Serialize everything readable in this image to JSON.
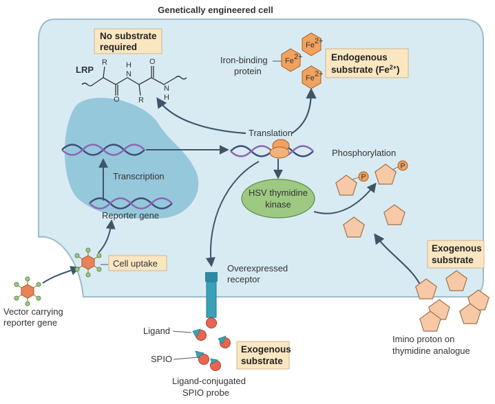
{
  "title": "Genetically engineered cell",
  "colors": {
    "cell_fill": "#d8ebf3",
    "cell_stroke": "#9bbccc",
    "nucleus": "#8fc4d9",
    "label_box": "#fbe6c2",
    "hexagon": "#f0a25e",
    "pentagon": "#f8c9a6",
    "thymidine_kinase": "#9dc983",
    "receptor": "#3aa0b8",
    "ligand": "#e8664f",
    "spio": "#3aa3b8",
    "arrow": "#3d5566"
  },
  "labels": {
    "no_substrate_line1": "No substrate",
    "no_substrate_line2": "required",
    "lrp": "LRP",
    "chem_r1": "R",
    "chem_r2": "R",
    "chem_h1": "H",
    "chem_n1": "N",
    "chem_n2": "N",
    "chem_h2": "H",
    "chem_o1": "O",
    "chem_o2": "O",
    "iron_binding_line1": "Iron-binding",
    "iron_binding_line2": "protein",
    "fe_ion": "Fe",
    "fe_charge": "2+",
    "endogenous_line1": "Endogenous",
    "endogenous_line2": "substrate (Fe",
    "endogenous_charge": "2+",
    "endogenous_close": ")",
    "translation": "Translation",
    "transcription": "Transcription",
    "reporter_gene": "Reporter gene",
    "phosphorylation": "Phosphorylation",
    "phosphate": "P",
    "hsv_line1": "HSV thymidine",
    "hsv_line2": "kinase",
    "cell_uptake": "Cell uptake",
    "overexpressed_line1": "Overexpressed",
    "overexpressed_line2": "receptor",
    "vector_line1": "Vector carrying",
    "vector_line2": "reporter gene",
    "ligand": "Ligand",
    "spio": "SPIO",
    "probe_line1": "Ligand-conjugated",
    "probe_line2": "SPIO probe",
    "exogenous_bottom_line1": "Exogenous",
    "exogenous_bottom_line2": "substrate",
    "exogenous_right_line1": "Exogenous",
    "exogenous_right_line2": "substrate",
    "imino_line1": "Imino proton on",
    "imino_line2": "thymidine analogue"
  }
}
